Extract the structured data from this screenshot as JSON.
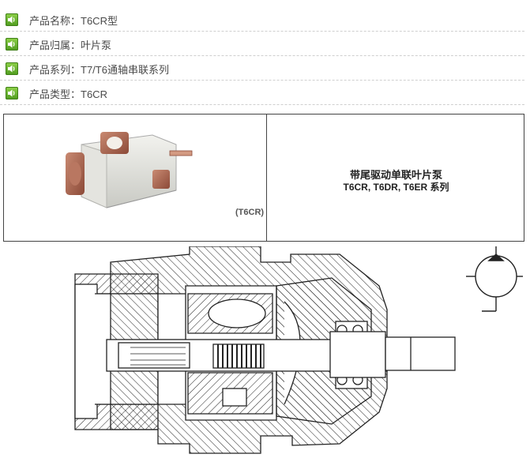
{
  "attributes": [
    {
      "label": "产品名称：",
      "value": "T6CR型"
    },
    {
      "label": "产品归属：",
      "value": "叶片泵"
    },
    {
      "label": "产品系列：",
      "value": "T7/T6通轴串联系列"
    },
    {
      "label": "产品类型：",
      "value": "T6CR"
    }
  ],
  "table": {
    "image_caption": "(T6CR)",
    "description_title": "带尾驱动单联叶片泵",
    "description_subtitle": "T6CR, T6DR, T6ER 系列"
  },
  "icons": {
    "row_icon": "speaker-icon",
    "symbol": "hydraulic-pump-symbol-icon"
  },
  "colors": {
    "icon_green": "#5aa524",
    "border": "#444444",
    "row_divider": "#cfcfcf"
  }
}
